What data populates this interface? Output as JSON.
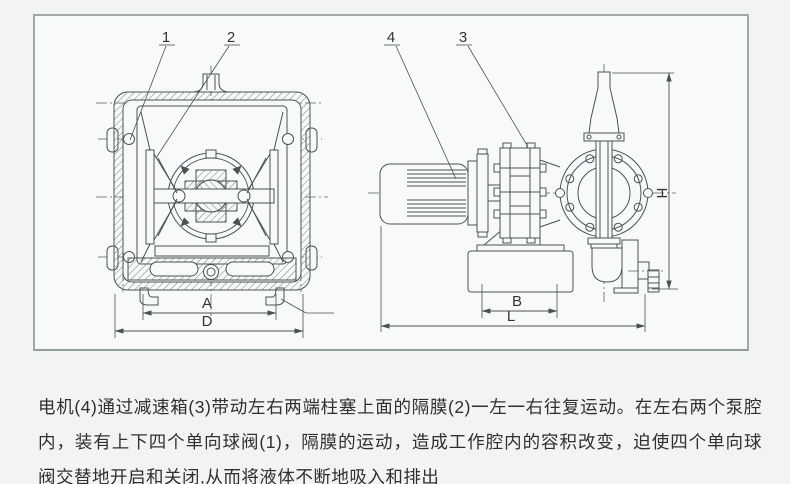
{
  "figure": {
    "callouts": {
      "valve": "1",
      "diaphragm": "2",
      "gearbox": "3",
      "motor": "4"
    },
    "dimensions": {
      "front_width_inner": "A",
      "front_width_outer": "D",
      "side_base_width": "B",
      "side_total_length": "L",
      "side_total_height": "H"
    }
  },
  "description": {
    "text": "电机(4)通过减速箱(3)带动左右两端柱塞上面的隔膜(2)一左一右往复运动。在左右两个泵腔内，装有上下四个单向球阀(1)，隔膜的运动，造成工作腔内的容积改变，迫使四个单向球阀交替地开启和关闭,从而将液体不断地吸入和排出"
  },
  "colors": {
    "page_background": "#f2f4f3",
    "figure_background": "#f8fafa",
    "figure_border": "#9faaa8",
    "line_color": "#4b5154",
    "text_color": "#2f2f2f"
  }
}
